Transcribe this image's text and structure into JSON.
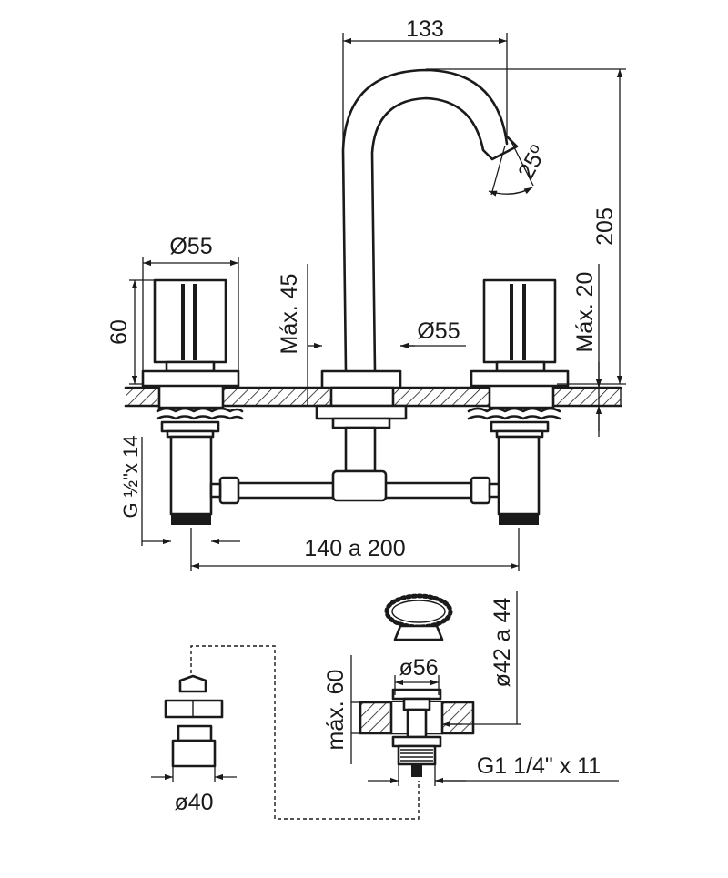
{
  "dimensions": {
    "spout_reach": "133",
    "spout_angle": "25º",
    "total_height": "205",
    "handle_diameter": "Ø55",
    "handle_height": "60",
    "max_deck_thickness_left": "Máx. 45",
    "spout_base_diameter": "Ø55",
    "max_deck_thickness_right": "Máx. 20",
    "inlet_thread": "G ½\"x 14",
    "center_spacing": "140 a 200",
    "drain_hole_range": "ø42 a 44",
    "drain_flange_diameter": "ø56",
    "max_basin_thickness": "máx. 60",
    "drain_thread": "G1 1/4\" x 11",
    "pop_up_knob_diameter": "ø40"
  }
}
